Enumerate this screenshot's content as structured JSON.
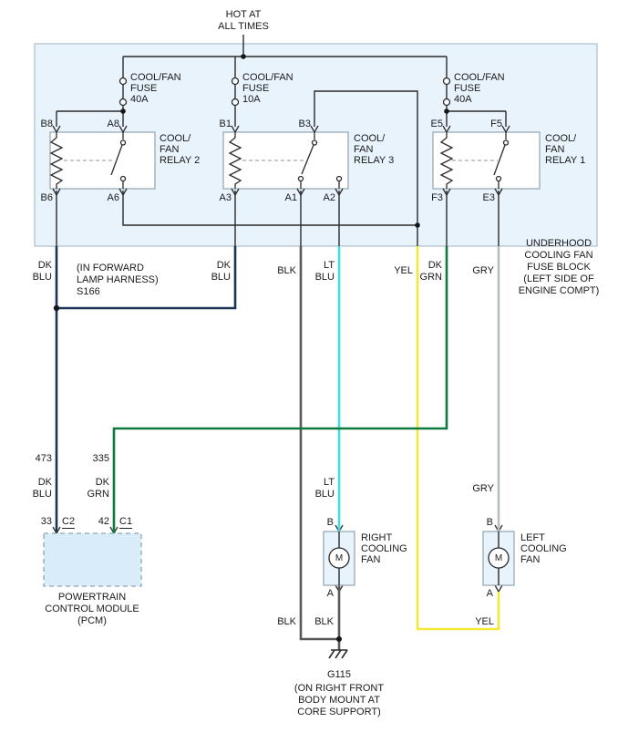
{
  "colors": {
    "fuse_block_fill": "#e8f3fb",
    "pcm_fill": "#d9ecfa",
    "line": "#2b2b2b",
    "dk_blu": "#1b3358",
    "lt_blu": "#40dce8",
    "blk": "#585858",
    "yel": "#f4e93a",
    "dk_grn": "#0f7a3d",
    "gry": "#b9bdbf"
  },
  "power": {
    "label_lines": [
      "HOT AT",
      "ALL TIMES"
    ]
  },
  "fuse_block": {
    "label_lines": [
      "UNDERHOOD",
      "COOLING FAN",
      "FUSE BLOCK",
      "(LEFT SIDE OF",
      "ENGINE COMPT)"
    ],
    "fuses": [
      {
        "lines": [
          "COOL/FAN",
          "FUSE",
          "40A"
        ]
      },
      {
        "lines": [
          "COOL/FAN",
          "FUSE",
          "10A"
        ]
      },
      {
        "lines": [
          "COOL/FAN",
          "FUSE",
          "40A"
        ]
      }
    ],
    "relays": [
      {
        "label_lines": [
          "COOL/",
          "FAN",
          "RELAY 2"
        ],
        "terminals": {
          "top": [
            "B8",
            "A8"
          ],
          "bottom": [
            "B6",
            "A6"
          ]
        }
      },
      {
        "label_lines": [
          "COOL/",
          "FAN",
          "RELAY 3"
        ],
        "terminals": {
          "top": [
            "B1",
            "B3"
          ],
          "bottom": [
            "A3",
            "A1",
            "A2"
          ]
        }
      },
      {
        "label_lines": [
          "COOL/",
          "FAN",
          "RELAY 1"
        ],
        "terminals": {
          "top": [
            "E5",
            "F5"
          ],
          "bottom": [
            "F3",
            "E3"
          ]
        }
      }
    ]
  },
  "wires": {
    "b6": {
      "color_lines": [
        "DK",
        "BLU"
      ],
      "circuit": "473",
      "pcm_pin": "33",
      "pcm_conn": "C2"
    },
    "splice": {
      "lines": [
        "(IN FORWARD",
        "LAMP HARNESS)",
        "S166"
      ]
    },
    "a3": {
      "color_lines": [
        "DK",
        "BLU"
      ]
    },
    "a1": {
      "color": "BLK",
      "bottom": "BLK"
    },
    "a2": {
      "color_lines": [
        "LT",
        "BLU"
      ]
    },
    "yel": {
      "color": "YEL",
      "bottom": "YEL"
    },
    "f3": {
      "color_lines": [
        "DK",
        "GRN"
      ],
      "circuit": "335",
      "pcm_pin": "42",
      "pcm_conn": "C1"
    },
    "e3": {
      "color": "GRY"
    },
    "fan_right_blk": "BLK"
  },
  "pcm": {
    "label_lines": [
      "POWERTRAIN",
      "CONTROL MODULE",
      "(PCM)"
    ]
  },
  "fans": [
    {
      "motor": "M",
      "terminal_top": "B",
      "terminal_bottom": "A",
      "label_lines": [
        "RIGHT",
        "COOLING",
        "FAN"
      ]
    },
    {
      "motor": "M",
      "terminal_top": "B",
      "terminal_bottom": "A",
      "label_lines": [
        "LEFT",
        "COOLING",
        "FAN"
      ]
    }
  ],
  "ground": {
    "name": "G115",
    "label_lines": [
      "(ON RIGHT FRONT",
      "BODY MOUNT AT",
      "CORE SUPPORT)"
    ]
  }
}
